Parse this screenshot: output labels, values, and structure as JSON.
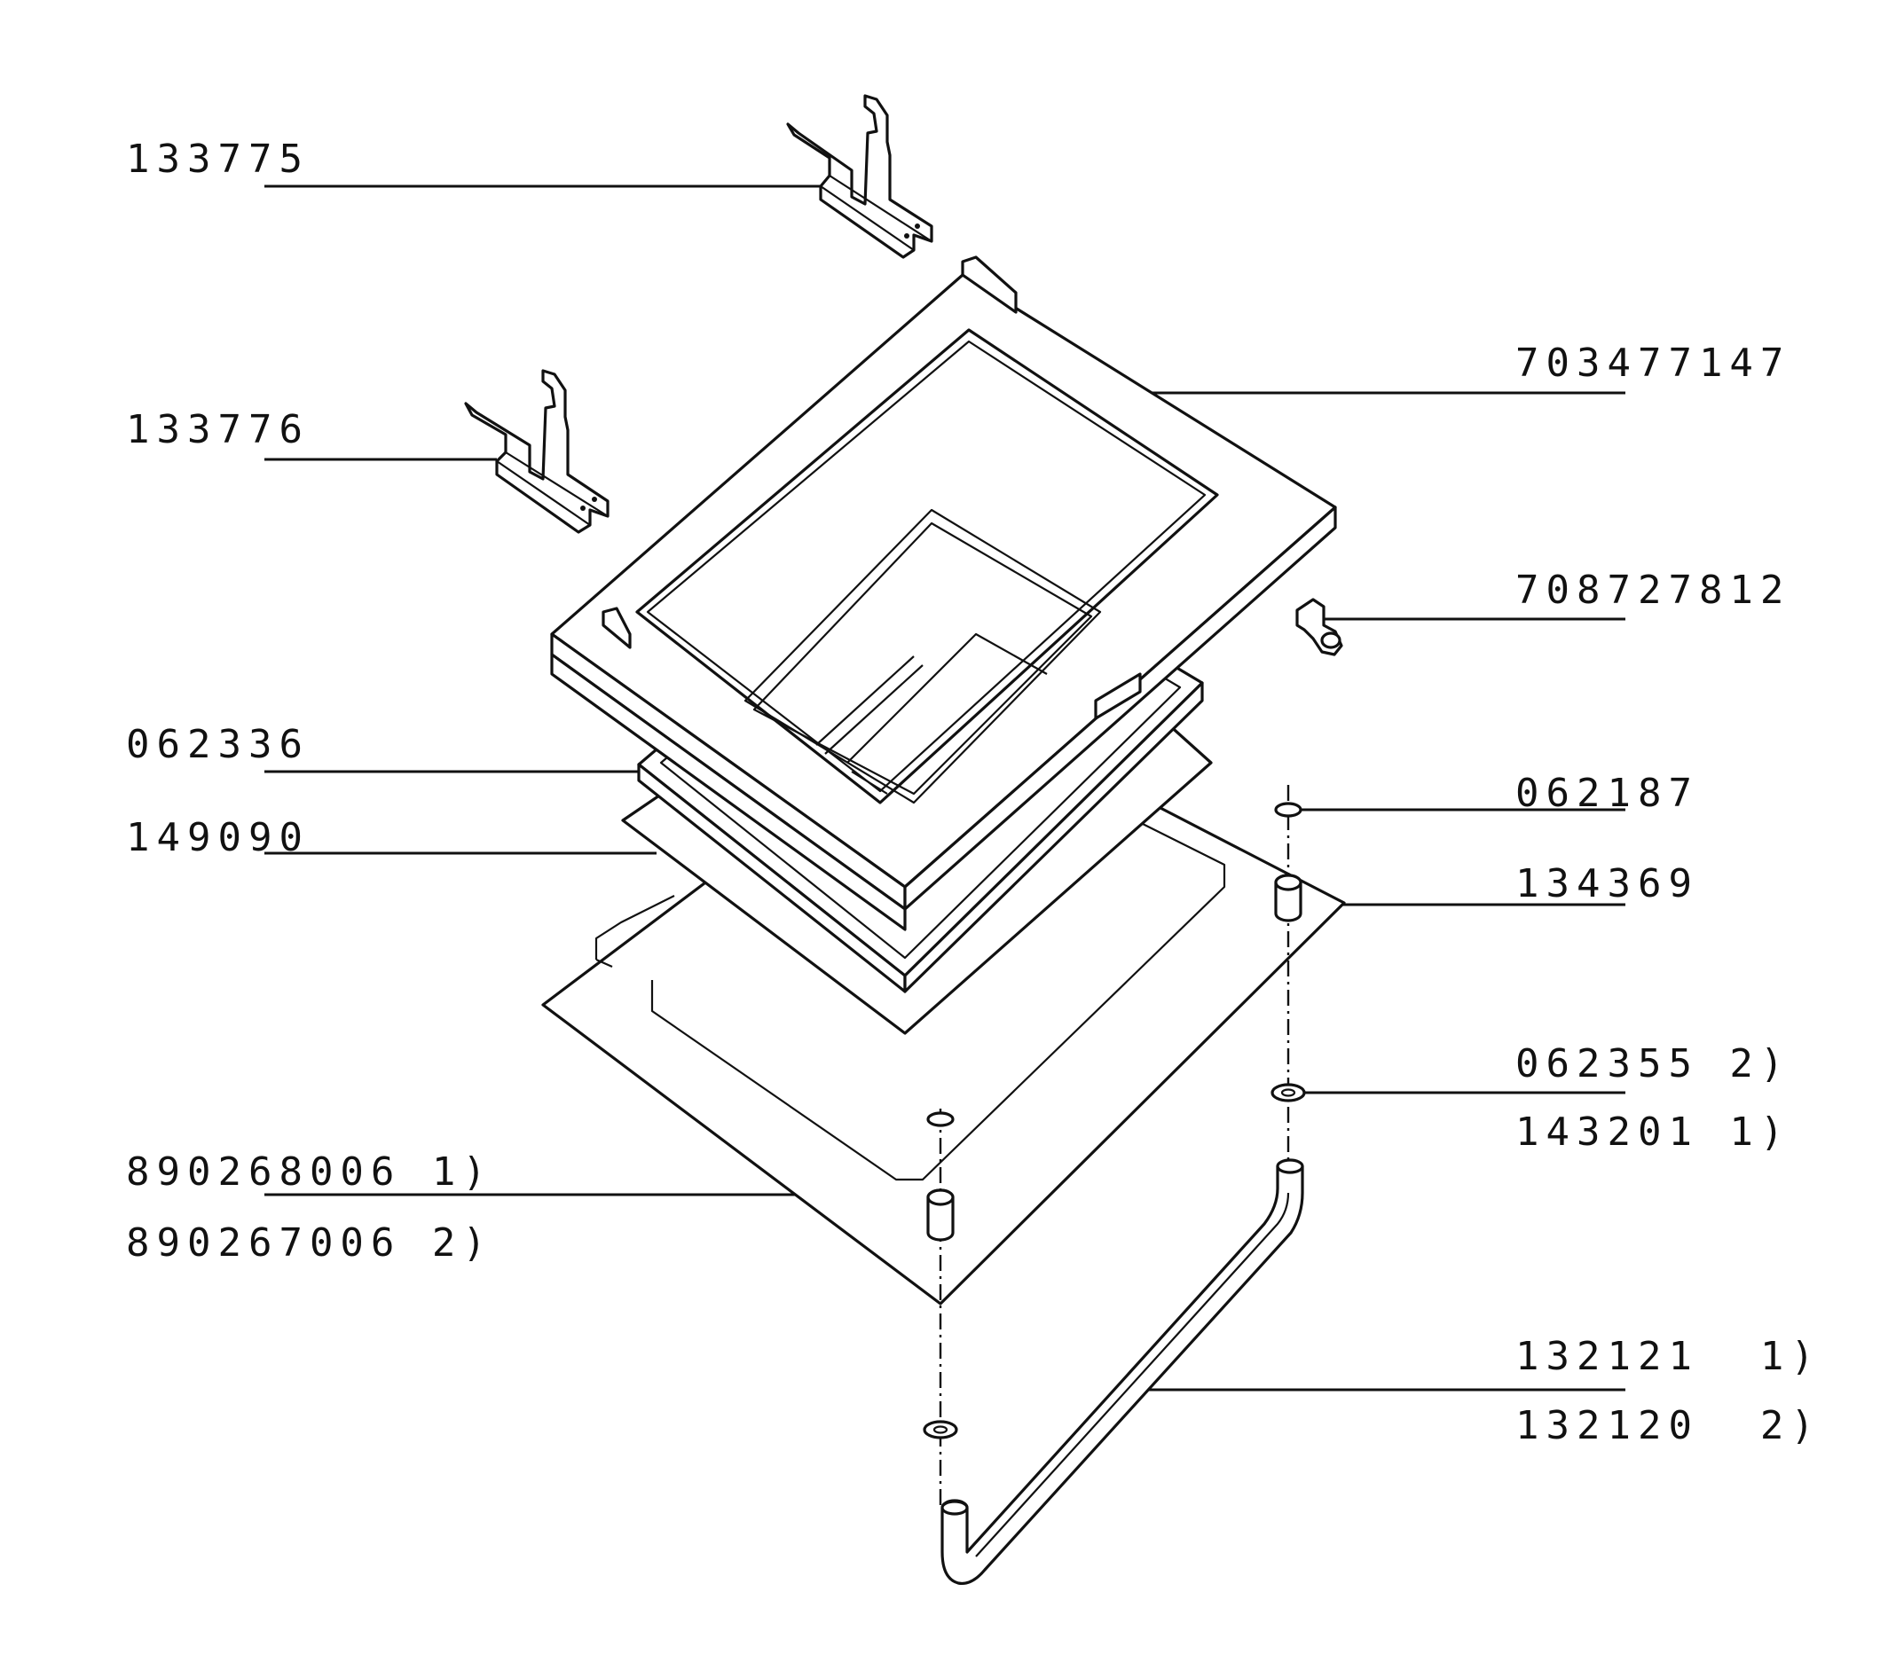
{
  "labels": {
    "hinge_right": "133775",
    "hinge_left": "133776",
    "door_frame": "703477147",
    "catch": "708727812",
    "inner_panel": "062336",
    "inner_glass": "149090",
    "washer_top": "062187",
    "spacer": "134369",
    "washer_2": "062355 2)",
    "washer_1": "143201 1)",
    "outer_glass_1": "890268006 1)",
    "outer_glass_2": "890267006 2)",
    "handle_1": "132121  1)",
    "handle_2": "132120  2)"
  }
}
